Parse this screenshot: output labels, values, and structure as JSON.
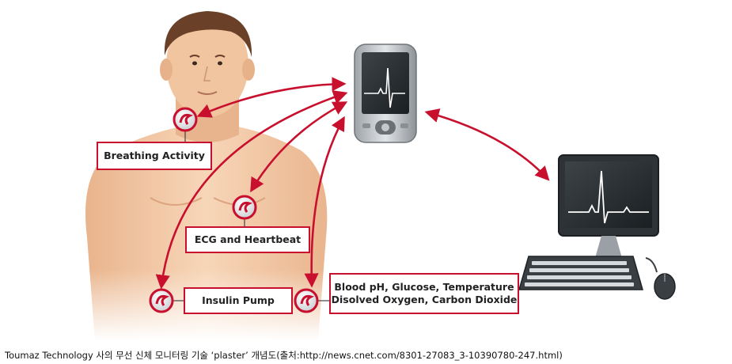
{
  "labels": {
    "breathing": "Breathing Activity",
    "ecg": "ECG and Heartbeat",
    "insulin": "Insulin Pump",
    "blood_line1": "Blood pH, Glucose, Temperature",
    "blood_line2": "Disolved Oxygen, Carbon Dioxide"
  },
  "caption": "Toumaz Technology 사의 무선 신체 모니터링 기술 ‘plaster’ 개념도(출처:http://news.cnet.com/8301-27083_3-10390780-247.html)",
  "colors": {
    "accent": "#c8102e",
    "skin": "#f3c9a5",
    "device": "#b8bcc0",
    "screen": "#2a2f33"
  },
  "icons": {
    "sensor": "sensor-patch-icon",
    "handheld": "handheld-monitor-icon",
    "computer": "desktop-computer-icon"
  }
}
